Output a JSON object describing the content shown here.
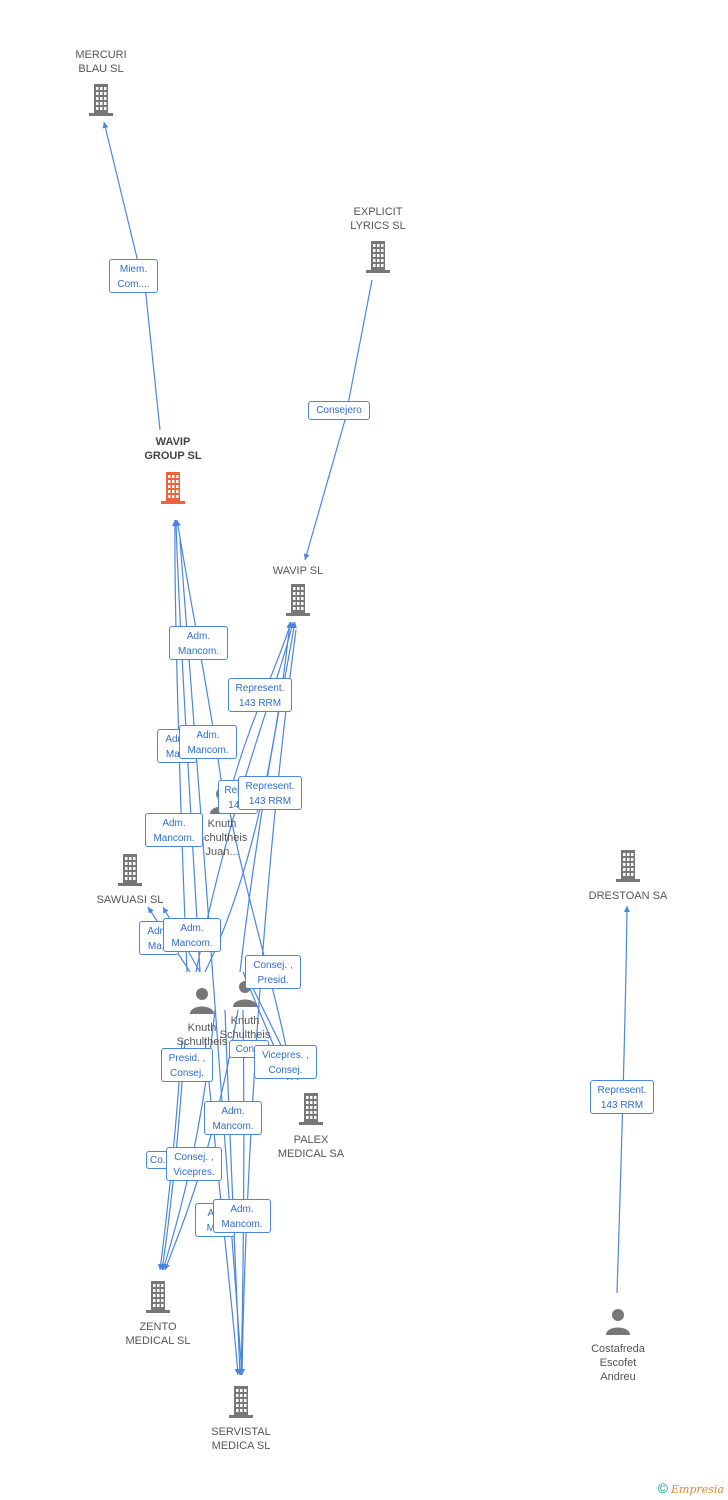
{
  "nodes": {
    "mercuri": {
      "label": "MERCURI\nBLAU SL",
      "kind": "company"
    },
    "explicit": {
      "label": "EXPLICIT\nLYRICS SL",
      "kind": "company"
    },
    "wavip_group": {
      "label": "WAVIP\nGROUP SL",
      "kind": "company-focus"
    },
    "wavip": {
      "label": "WAVIP SL",
      "kind": "company"
    },
    "sawuasi": {
      "label": "SAWUASI SL",
      "kind": "company"
    },
    "drestoan": {
      "label": "DRESTOAN SA",
      "kind": "company"
    },
    "palex": {
      "label": "PALEX\nMEDICAL SA",
      "kind": "company"
    },
    "zento": {
      "label": "ZENTO\nMEDICAL SL",
      "kind": "company"
    },
    "servistal": {
      "label": "SERVISTAL\nMEDICA SL",
      "kind": "company"
    },
    "knuth_juan": {
      "label": "Knuth\nSchultheis\nJuan...",
      "kind": "person"
    },
    "knuth_1": {
      "label": "Knuth\nSchultheis\n...a",
      "kind": "person"
    },
    "knuth_2": {
      "label": "Knuth\nSchultheis\nP...",
      "kind": "person"
    },
    "costafreda": {
      "label": "Costafreda\nEscofet\nAndreu",
      "kind": "person"
    }
  },
  "relations": [
    {
      "id": "r1",
      "label": "Miem.\nCom...."
    },
    {
      "id": "r2",
      "label": "Consejero"
    },
    {
      "id": "r3",
      "label": "Adm.\nMancom."
    },
    {
      "id": "r4",
      "label": "Represent.\n143 RRM"
    },
    {
      "id": "r5",
      "label": "Adm.\nMa..."
    },
    {
      "id": "r6",
      "label": "Adm.\nMancom."
    },
    {
      "id": "r7",
      "label": "Repre\n14..."
    },
    {
      "id": "r8",
      "label": "Represent.\n143 RRM"
    },
    {
      "id": "r9",
      "label": "Adm.\nMancom."
    },
    {
      "id": "r10",
      "label": "Adm.\nMa..."
    },
    {
      "id": "r11",
      "label": "Adm.\nMancom."
    },
    {
      "id": "r12",
      "label": "Consej. ,\nPresid."
    },
    {
      "id": "r13",
      "label": "Presid. ,\nConsej."
    },
    {
      "id": "r14",
      "label": "Con..."
    },
    {
      "id": "r15",
      "label": "Vicepres. ,\nConsej."
    },
    {
      "id": "r16",
      "label": "Represent.\n143 RRM"
    },
    {
      "id": "r17",
      "label": "Adm.\nMancom."
    },
    {
      "id": "r18",
      "label": "Co..."
    },
    {
      "id": "r19",
      "label": "Consej. ,\nVicepres."
    },
    {
      "id": "r20",
      "label": "A...\nM..."
    },
    {
      "id": "r21",
      "label": "Adm.\nMancom."
    }
  ],
  "brand": {
    "copyright": "©",
    "name": "Empresia"
  },
  "colors": {
    "edge": "#4a86e0",
    "company": "#777777",
    "focus": "#f0623a",
    "person": "#777777"
  }
}
